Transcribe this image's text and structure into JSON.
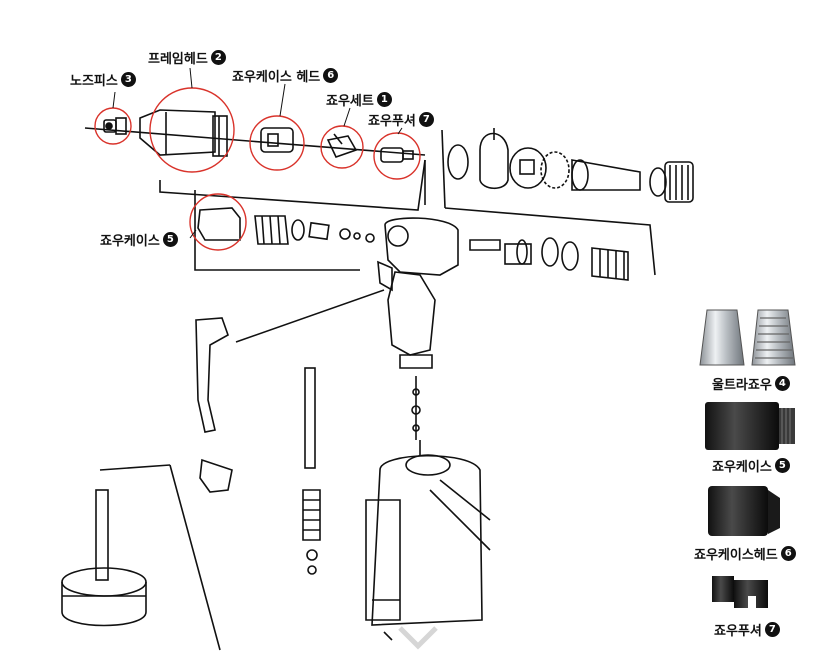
{
  "diagram_labels": [
    {
      "id": "nose-piece",
      "text": "노즈피스",
      "num": "3"
    },
    {
      "id": "frame-head",
      "text": "프레임헤드",
      "num": "2"
    },
    {
      "id": "jaw-case-head",
      "text": "죠우케이스 헤드",
      "num": "6"
    },
    {
      "id": "jaw-set",
      "text": "죠우세트",
      "num": "1"
    },
    {
      "id": "jaw-pusher",
      "text": "죠우푸셔",
      "num": "7"
    },
    {
      "id": "jaw-case",
      "text": "죠우케이스",
      "num": "5"
    }
  ],
  "side_parts": [
    {
      "id": "ultra-jaw",
      "text": "울트라죠우",
      "num": "4"
    },
    {
      "id": "jaw-case",
      "text": "죠우케이스",
      "num": "5"
    },
    {
      "id": "jaw-case-head",
      "text": "죠우케이스헤드",
      "num": "6"
    },
    {
      "id": "jaw-pusher",
      "text": "죠우푸셔",
      "num": "7"
    }
  ],
  "colors": {
    "highlight_circle": "#d9332b",
    "line": "#111111",
    "metal_dark": "#2b2b2b",
    "metal_light": "#cfd3d6"
  }
}
